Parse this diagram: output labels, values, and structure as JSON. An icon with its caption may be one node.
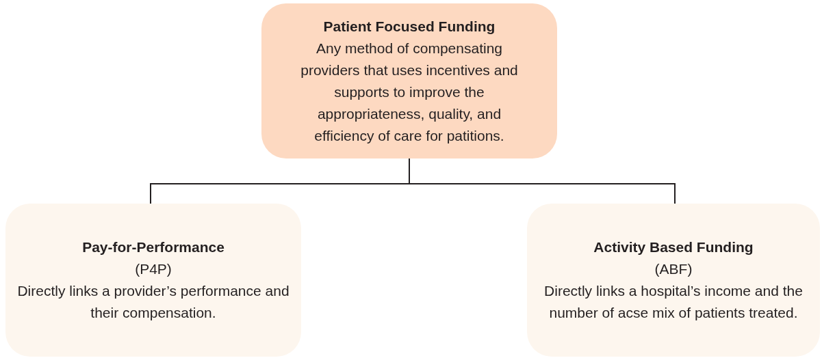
{
  "diagram": {
    "nodes": [
      {
        "text": [
          "Patient Focused Funding",
          "Any method of compensating providers that uses incentives and supports to improve the appropriateness, quality, and efficiency of care for patitions."
        ]
      },
      {
        "text": [
          "Pay-for-Performance",
          "(P4P)",
          "Directly links a provider’s performance and their compensation."
        ]
      },
      {
        "text": [
          "Activity Based Funding",
          "(ABF)",
          "Directly links a hospital’s income and the number of acse mix of patients treated."
        ]
      }
    ],
    "edges": [
      {
        "from": 0,
        "to": 1,
        "arrow": "none"
      },
      {
        "from": 0,
        "to": 2,
        "arrow": "none"
      }
    ]
  }
}
